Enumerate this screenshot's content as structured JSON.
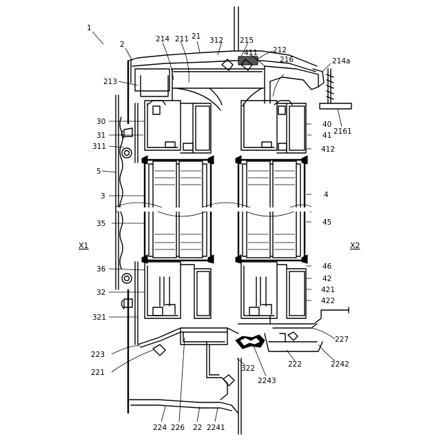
{
  "figure": {
    "labels": {
      "l1": "1",
      "l2": "2",
      "l21": "21",
      "l211": "211",
      "l212": "212",
      "l213": "213",
      "l214": "214",
      "l214a": "214a",
      "l215": "215",
      "l216": "216",
      "l2161": "2161",
      "l22": "22",
      "l221": "221",
      "l222": "222",
      "l223": "223",
      "l224": "224",
      "l2241": "2241",
      "l2242": "2242",
      "l2243": "2243",
      "l226": "226",
      "l227": "227",
      "l3": "3",
      "l30": "30",
      "l31": "31",
      "l311": "311",
      "l312": "312",
      "l32": "32",
      "l321": "321",
      "l322": "322",
      "l35": "35",
      "l36": "36",
      "l4": "4",
      "l40": "40",
      "l41": "41",
      "l411": "411",
      "l412": "412",
      "l42": "42",
      "l421": "421",
      "l422": "422",
      "l45": "45",
      "l46": "46",
      "l5": "5",
      "x1": "X1",
      "x2": "X2"
    }
  }
}
